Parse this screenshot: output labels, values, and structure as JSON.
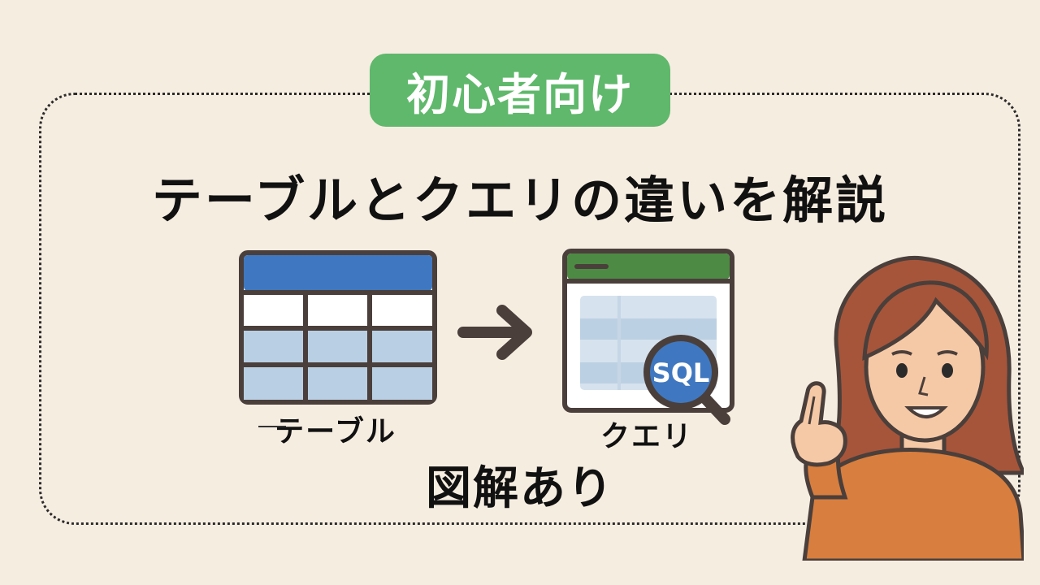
{
  "badge": {
    "label": "初心者向け"
  },
  "title": "テーブルとクエリの違いを解説",
  "diagram": {
    "table_caption": "テーブル",
    "query_caption": "クエリ",
    "sql_label": "SQL"
  },
  "subtitle": "図解あり",
  "colors": {
    "background": "#f6ede1",
    "badge": "#5fb86b",
    "table_header": "#3f78c0",
    "table_cell": "#b9cfe3",
    "query_header": "#4d8a43",
    "outline": "#4a3f3b",
    "sweater": "#d87e3e",
    "hair": "#a6553a"
  },
  "icons": [
    "table-icon",
    "arrow-right-icon",
    "query-window-icon",
    "magnifier-icon",
    "woman-pointing-illustration"
  ]
}
